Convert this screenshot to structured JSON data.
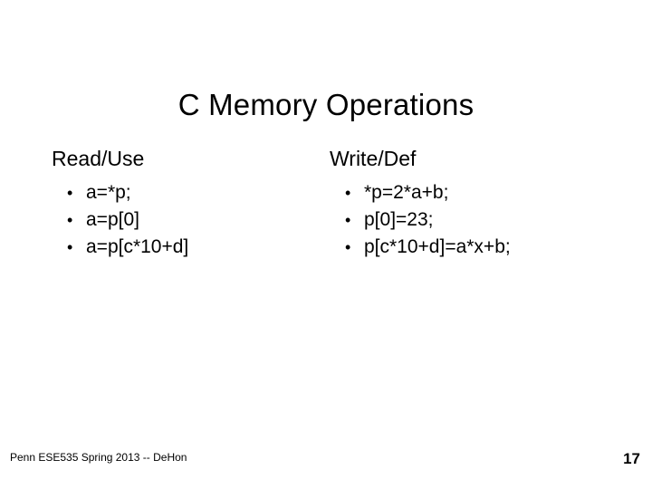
{
  "slide": {
    "title": "C Memory Operations",
    "columns": [
      {
        "heading": "Read/Use",
        "items": [
          {
            "bullet": "•",
            "text": "a=*p;"
          },
          {
            "bullet": "•",
            "text": "a=p[0]"
          },
          {
            "bullet": "•",
            "text": "a=p[c*10+d]"
          }
        ]
      },
      {
        "heading": "Write/Def",
        "items": [
          {
            "bullet": "•",
            "text": "*p=2*a+b;"
          },
          {
            "bullet": "•",
            "text": "p[0]=23;"
          },
          {
            "bullet": "•",
            "text": "p[c*10+d]=a*x+b;"
          }
        ]
      }
    ],
    "footer": {
      "left": "Penn ESE535 Spring 2013 -- DeHon",
      "page_number": "17"
    }
  }
}
